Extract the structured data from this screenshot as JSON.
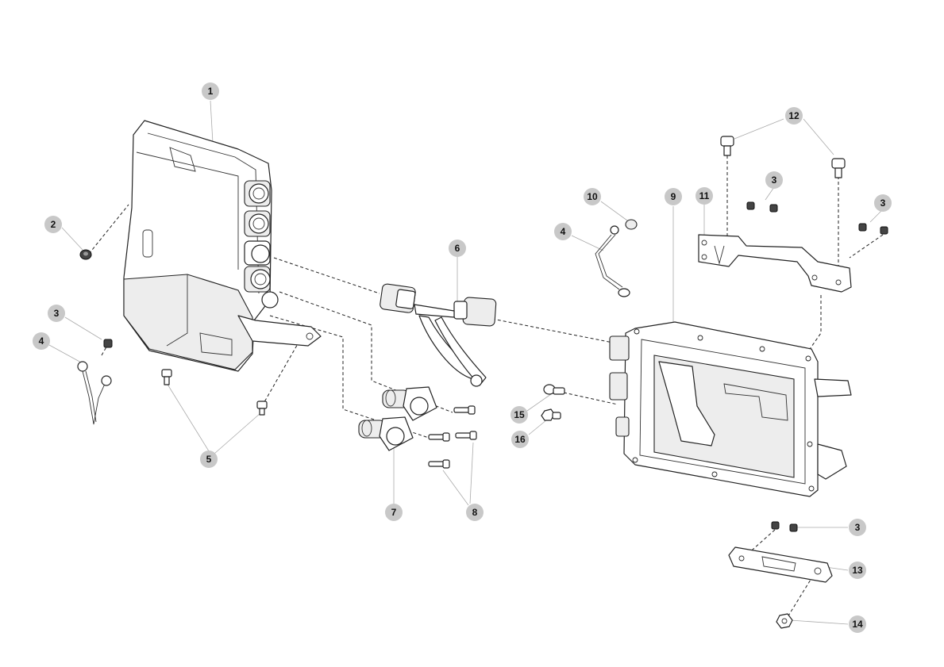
{
  "callouts": [
    {
      "id": "c1",
      "label": "1"
    },
    {
      "id": "c2",
      "label": "2"
    },
    {
      "id": "c3a",
      "label": "3"
    },
    {
      "id": "c3b",
      "label": "3"
    },
    {
      "id": "c3c",
      "label": "3"
    },
    {
      "id": "c3d",
      "label": "3"
    },
    {
      "id": "c4a",
      "label": "4"
    },
    {
      "id": "c4b",
      "label": "4"
    },
    {
      "id": "c5",
      "label": "5"
    },
    {
      "id": "c6",
      "label": "6"
    },
    {
      "id": "c7",
      "label": "7"
    },
    {
      "id": "c8",
      "label": "8"
    },
    {
      "id": "c9",
      "label": "9"
    },
    {
      "id": "c10",
      "label": "10"
    },
    {
      "id": "c11",
      "label": "11"
    },
    {
      "id": "c12",
      "label": "12"
    },
    {
      "id": "c13",
      "label": "13"
    },
    {
      "id": "c14",
      "label": "14"
    },
    {
      "id": "c15",
      "label": "15"
    },
    {
      "id": "c16",
      "label": "16"
    }
  ]
}
